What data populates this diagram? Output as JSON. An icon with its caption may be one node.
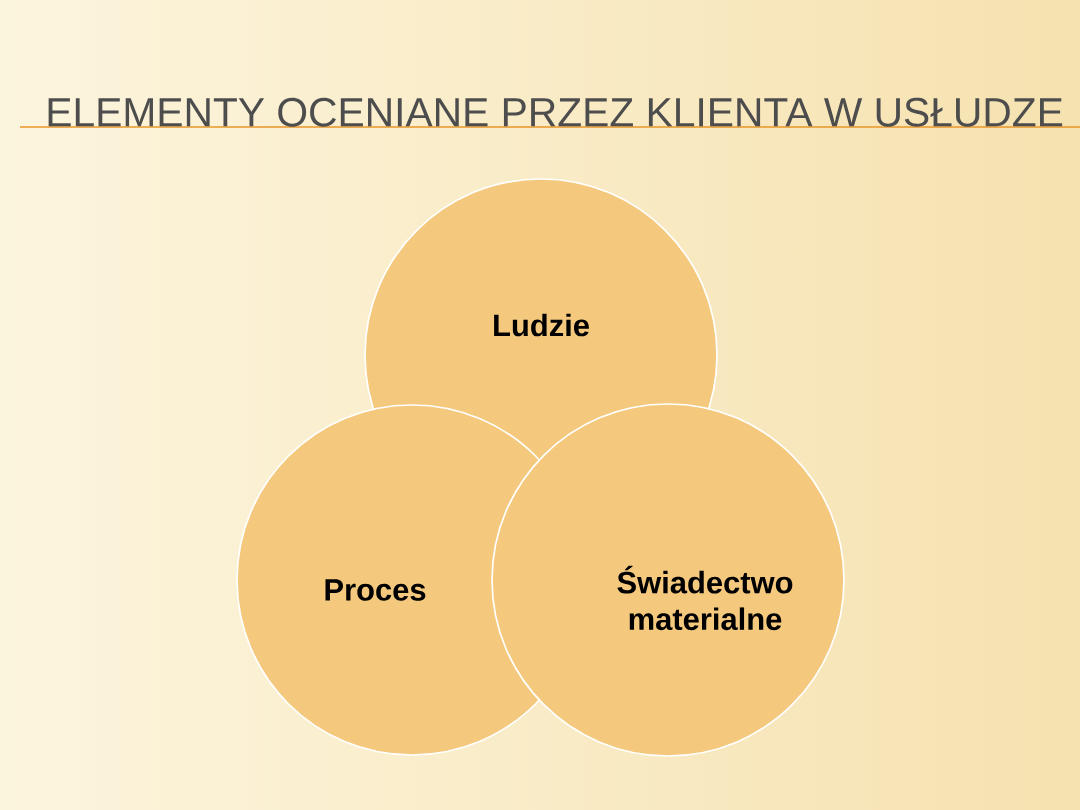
{
  "diagram": {
    "title": "ELEMENTY OCENIANE PRZEZ KLIENTA W USŁUDZE",
    "nodes": [
      {
        "text": [
          "Ludzie"
        ]
      },
      {
        "text": [
          "Proces"
        ]
      },
      {
        "text": [
          "Świadectwo materialne"
        ]
      }
    ]
  }
}
